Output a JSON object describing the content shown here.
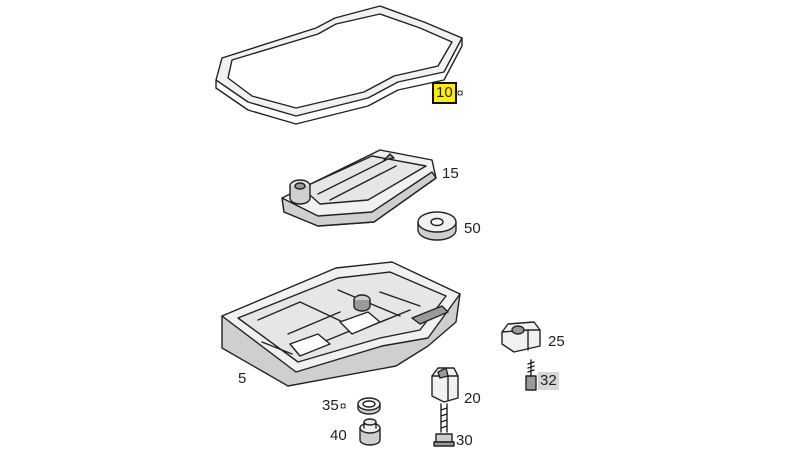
{
  "colors": {
    "line": "#222222",
    "part_fill": "#f1f1f1",
    "part_shade": "#cfcfcf",
    "part_dark": "#9a9a9a",
    "highlight_selected": "#ffee00",
    "highlight_secondary": "#d6d6d6"
  },
  "callouts": [
    {
      "id": "10",
      "number": "10",
      "mark": "¤",
      "highlight": "selected"
    },
    {
      "id": "15",
      "number": "15",
      "mark": "",
      "highlight": "none"
    },
    {
      "id": "50",
      "number": "50",
      "mark": "",
      "highlight": "none"
    },
    {
      "id": "25",
      "number": "25",
      "mark": "",
      "highlight": "none"
    },
    {
      "id": "32",
      "number": "32",
      "mark": "",
      "highlight": "secondary"
    },
    {
      "id": "5",
      "number": "5",
      "mark": "",
      "highlight": "none"
    },
    {
      "id": "20",
      "number": "20",
      "mark": "",
      "highlight": "none"
    },
    {
      "id": "35",
      "number": "35",
      "mark": "¤",
      "highlight": "none"
    },
    {
      "id": "40",
      "number": "40",
      "mark": "",
      "highlight": "none"
    },
    {
      "id": "30",
      "number": "30",
      "mark": "",
      "highlight": "none"
    }
  ]
}
